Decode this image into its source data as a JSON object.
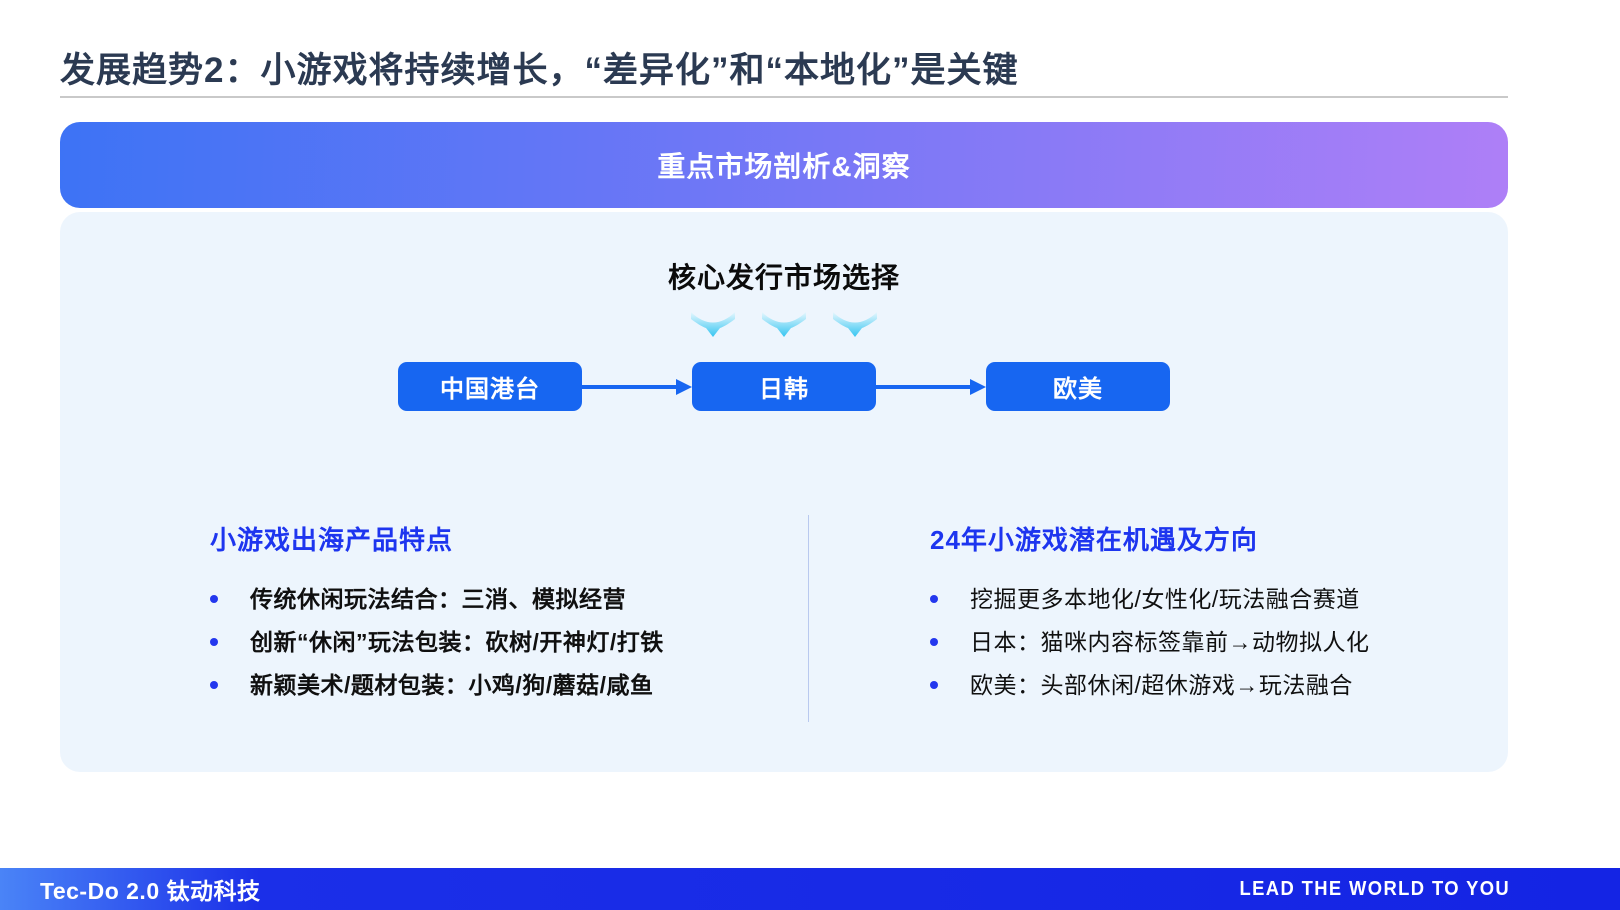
{
  "page": {
    "title": "发展趋势2：小游戏将持续增长，“差异化”和“本地化”是关键"
  },
  "banner": {
    "label": "重点市场剖析&洞察"
  },
  "market": {
    "heading": "核心发行市场选择",
    "steps": [
      "中国港台",
      "日韩",
      "欧美"
    ]
  },
  "columns": {
    "left": {
      "heading": "小游戏出海产品特点",
      "bullets": [
        "传统休闲玩法结合：三消、模拟经营",
        "创新“休闲”玩法包装：砍树/开神灯/打铁",
        "新颖美术/题材包装：小鸡/狗/蘑菇/咸鱼"
      ]
    },
    "right": {
      "heading": "24年小游戏潜在机遇及方向",
      "bullets": [
        "挖掘更多本地化/女性化/玩法融合赛道",
        "日本：猫咪内容标签靠前→动物拟人化",
        "欧美：头部休闲/超休游戏→玩法融合"
      ]
    }
  },
  "footer": {
    "brand": "Tec-Do 2.0 钛动科技",
    "slogan": "LEAD THE WORLD TO YOU"
  },
  "icons": {
    "down_arrow": "cyan swoosh down-arrow",
    "flow_arrow": "blue right-arrow connector"
  },
  "colors": {
    "title_text": "#2b3a52",
    "banner_gradient_start": "#3d73f5",
    "banner_gradient_end": "#ae7ff7",
    "panel_bg": "#edf5fd",
    "button_blue": "#1766f1",
    "column_heading_blue": "#1d35ef",
    "bullet_dot_blue": "#2337ee",
    "arrow_cyan": "#35c5f1",
    "footer_blue": "#1424e4"
  }
}
